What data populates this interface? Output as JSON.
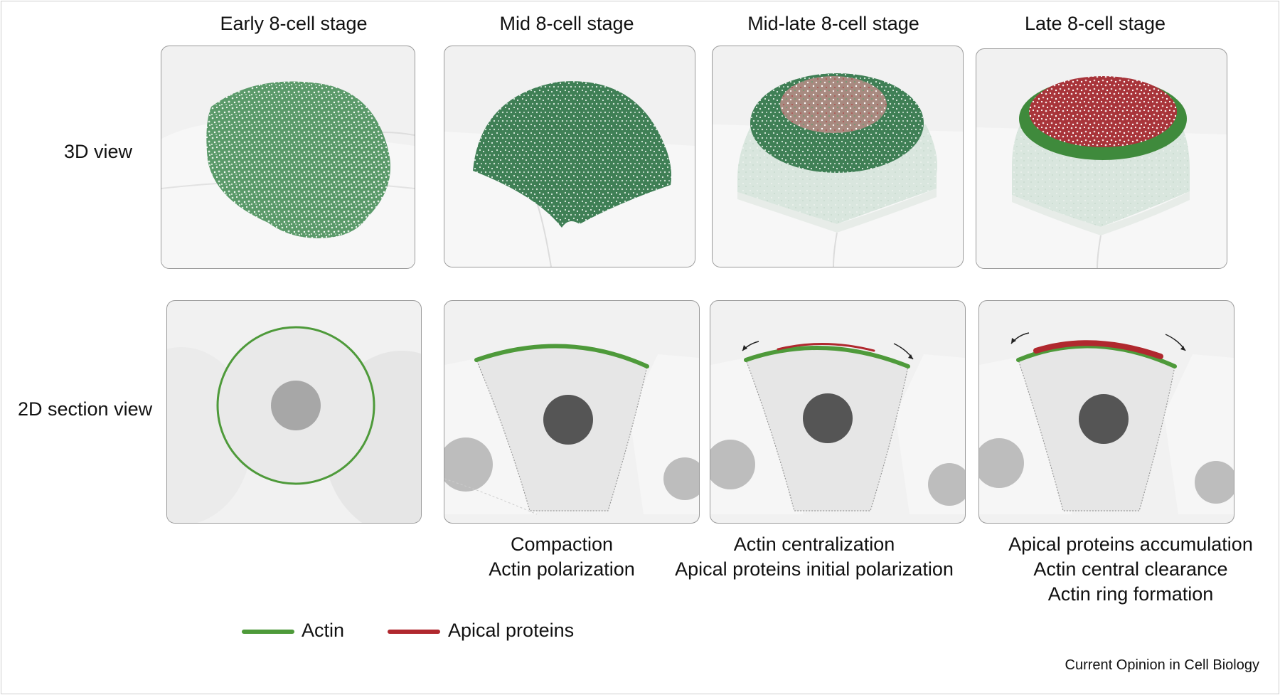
{
  "stages": [
    {
      "title": "Early 8-cell stage"
    },
    {
      "title": "Mid 8-cell stage"
    },
    {
      "title": "Mid-late 8-cell stage"
    },
    {
      "title": "Late 8-cell stage"
    }
  ],
  "row_labels": {
    "view3d": "3D view",
    "view2d": "2D section view"
  },
  "captions": {
    "mid": [
      "Compaction",
      "Actin polarization"
    ],
    "midlate": [
      "Actin centralization",
      "Apical proteins initial polarization"
    ],
    "late": [
      "Apical proteins accumulation",
      "Actin central clearance",
      "Actin ring formation"
    ]
  },
  "legend": [
    {
      "label": "Actin",
      "color": "#4e9a3a"
    },
    {
      "label": "Apical proteins",
      "color": "#b0282e"
    }
  ],
  "credit": "Current Opinion in Cell Biology",
  "colors": {
    "actin": "#4e9a3a",
    "apical": "#b0282e",
    "nucleus_dark": "#555555",
    "nucleus_light": "#a7a7a7"
  }
}
